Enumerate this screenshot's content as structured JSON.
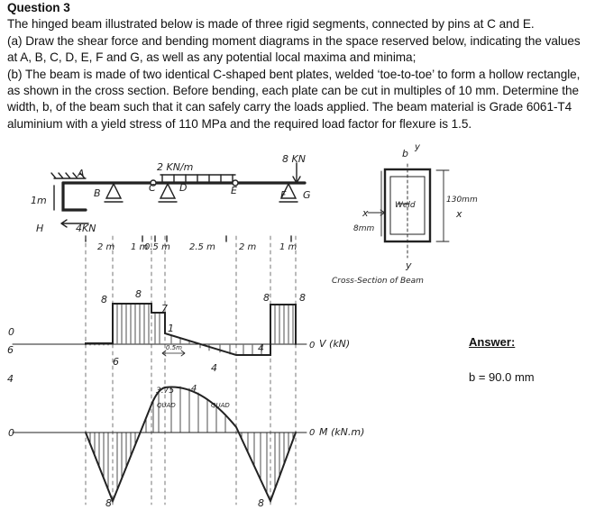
{
  "question": {
    "title": "Question 3",
    "intro": "The hinged beam illustrated below is made of three rigid segments, connected by pins at C and E.",
    "part_a": "(a) Draw the shear force and bending moment diagrams in the space reserved below, indicating the values at A, B, C, D, E, F and G, as well as any potential local maxima and minima;",
    "part_b": "(b) The beam is made of two identical C-shaped bent plates, welded ‘toe-to-toe’ to form a hollow rectangle, as shown in the cross section. Before bending, each plate can be cut in multiples of 10 mm. Determine the width, b, of the beam such that it can safely carry the loads applied. The beam material is Grade 6061-T4 aluminium with a yield stress of 110 MPa and the required load factor for flexure is 1.5."
  },
  "beam": {
    "udl_label": "2 KN/m",
    "point_load_label": "8 KN",
    "left_load_label": "4KN",
    "arm_label": "1m",
    "dim_labels": [
      "2 m",
      "1 m",
      "0.5 m",
      "2.5 m",
      "2 m",
      "1 m"
    ],
    "points": {
      "A": "A",
      "B": "B",
      "C": "C",
      "D": "D",
      "E": "E",
      "F": "F",
      "G": "G"
    },
    "h_label": "H"
  },
  "cross_section": {
    "b_label": "b",
    "height_label": "130mm",
    "weld_label": "Weld",
    "thickness_label": "8mm",
    "x_label": "x",
    "y_label": "y",
    "caption": "Cross-Section of Beam"
  },
  "shear_diagram": {
    "axis_label": "V (kN)",
    "zero_label": "0",
    "left_values": [
      "6",
      "4",
      "0"
    ],
    "values": {
      "v8_left": "8",
      "v8_c": "8",
      "v7": "7",
      "v1": "1",
      "v6": "6",
      "v4": "4",
      "v4b": "4",
      "v8_f": "8",
      "v8_g": "8"
    },
    "dist_label": "0.5m"
  },
  "moment_diagram": {
    "axis_label": "M (kN.m)",
    "zero_label": "0",
    "peak_label": "3.75",
    "peak4_label": "4",
    "quad_label_1": "QUAD",
    "quad_label_2": "QUAD",
    "min_label_1": "8",
    "min_label_2": "8"
  },
  "answer": {
    "label": "Answer:",
    "value": "b = 90.0 mm"
  }
}
